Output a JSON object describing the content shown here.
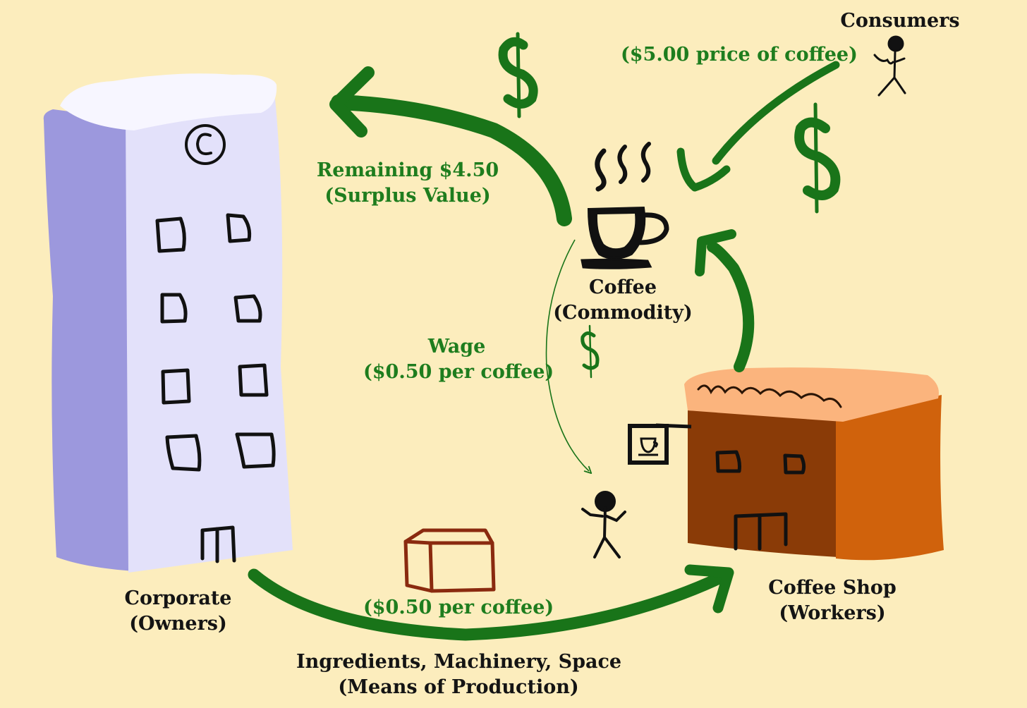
{
  "colors": {
    "background": "#fcedbd",
    "arrow_green": "#197419",
    "label_green": "#1e7d1e",
    "tower_front": "#e3e1fa",
    "tower_side": "#9c98dd",
    "shop_front": "#8a3b07",
    "shop_side": "#d0620c",
    "shop_roof": "#fbb47d",
    "ink": "#111111"
  },
  "icons": [
    "office-tower",
    "coffee-shop",
    "coffee-cup",
    "stick-figure",
    "dollar-sign",
    "box"
  ],
  "labels": {
    "consumers": "Consumers",
    "price": "($5.00 price of coffee)",
    "surplus": {
      "line1": "Remaining $4.50",
      "line2": "(Surplus Value)"
    },
    "coffee": {
      "line1": "Coffee",
      "line2": "(Commodity)"
    },
    "wage": {
      "line1": "Wage",
      "line2": "($0.50 per coffee)"
    },
    "corporate": {
      "line1": "Corporate",
      "line2": "(Owners)"
    },
    "shop": {
      "line1": "Coffee Shop",
      "line2": "(Workers)"
    },
    "cost": "($0.50 per coffee)",
    "means": {
      "line1": "Ingredients, Machinery, Space",
      "line2": "(Means of Production)"
    }
  }
}
